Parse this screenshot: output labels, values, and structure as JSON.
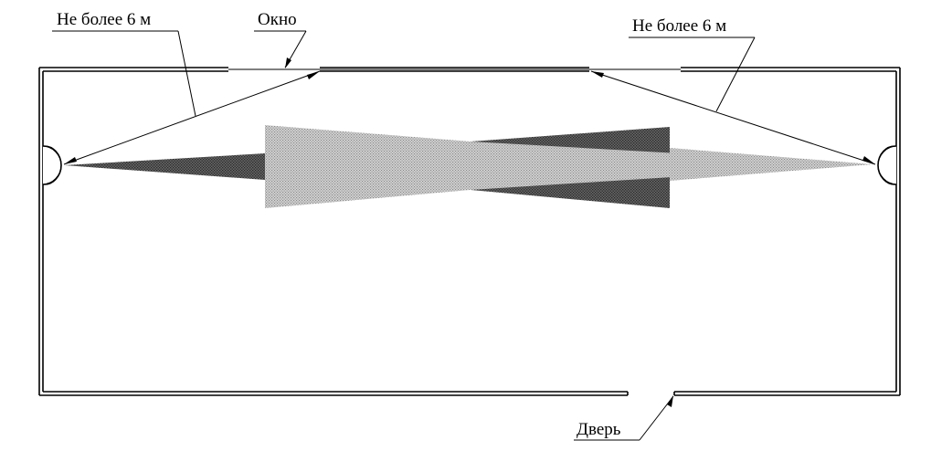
{
  "labels": {
    "distance_left": "Не более 6 м",
    "window": "Окно",
    "distance_right": "Не более 6 м",
    "door": "Дверь"
  },
  "colors": {
    "line": "#000000",
    "beam_dark": "#4a4a4a",
    "beam_light": "#a6a6a6"
  },
  "icons": {
    "detector": "semicircle-detector-icon",
    "arrow": "arrowhead-icon"
  }
}
